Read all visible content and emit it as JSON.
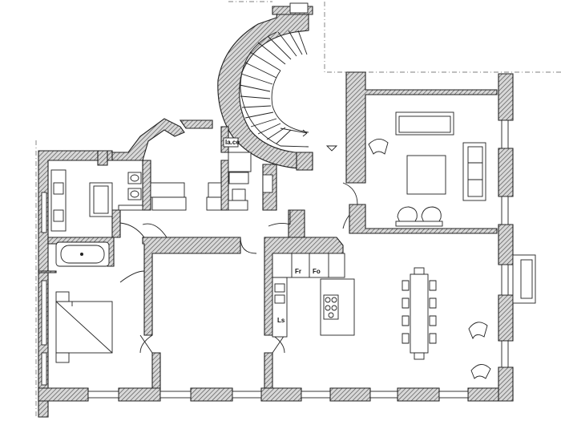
{
  "labels": {
    "laundry": "la.ce",
    "fridge": "Fr",
    "oven": "Fo",
    "dishwasher": "Ls"
  }
}
